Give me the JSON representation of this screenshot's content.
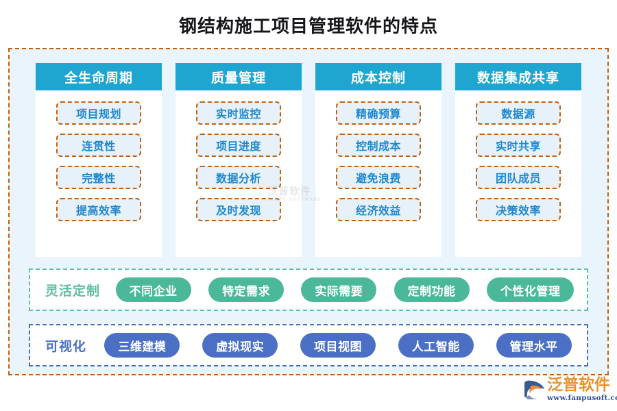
{
  "page": {
    "title": "钢结构施工项目管理软件的特点",
    "background_color": "#ffffff",
    "frame_color": "#c1600f",
    "frame_fill": "#e9f4fc"
  },
  "columns": [
    {
      "header": "全生命周期",
      "items": [
        "项目规划",
        "连贯性",
        "完整性",
        "提高效率"
      ]
    },
    {
      "header": "质量管理",
      "items": [
        "实时监控",
        "项目进度",
        "数据分析",
        "及时发现"
      ]
    },
    {
      "header": "成本控制",
      "items": [
        "精确预算",
        "控制成本",
        "避免浪费",
        "经济效益"
      ]
    },
    {
      "header": "数据集成共享",
      "items": [
        "数据源",
        "实时共享",
        "团队成员",
        "决策效率"
      ]
    }
  ],
  "rows": [
    {
      "label": "灵活定制",
      "accent": "#4cb89a",
      "border": "#5cbfa0",
      "tags": [
        "不同企业",
        "特定需求",
        "实际需要",
        "定制功能",
        "个性化管理"
      ]
    },
    {
      "label": "可视化",
      "accent": "#4a6fc4",
      "border": "#4a6fc4",
      "tags": [
        "三维建模",
        "虚拟现实",
        "项目视图",
        "人工智能",
        "管理水平"
      ]
    }
  ],
  "watermark": {
    "text": "泛普软件",
    "sub": "FANPU SOFTWARE"
  },
  "logo": {
    "name": "泛普软件",
    "url": "www.fanpusoft.com",
    "name_color": "#e8912f",
    "url_color": "#2b4f9e"
  },
  "header_color": "#1fa6d0",
  "item_text_color": "#1f87cf"
}
